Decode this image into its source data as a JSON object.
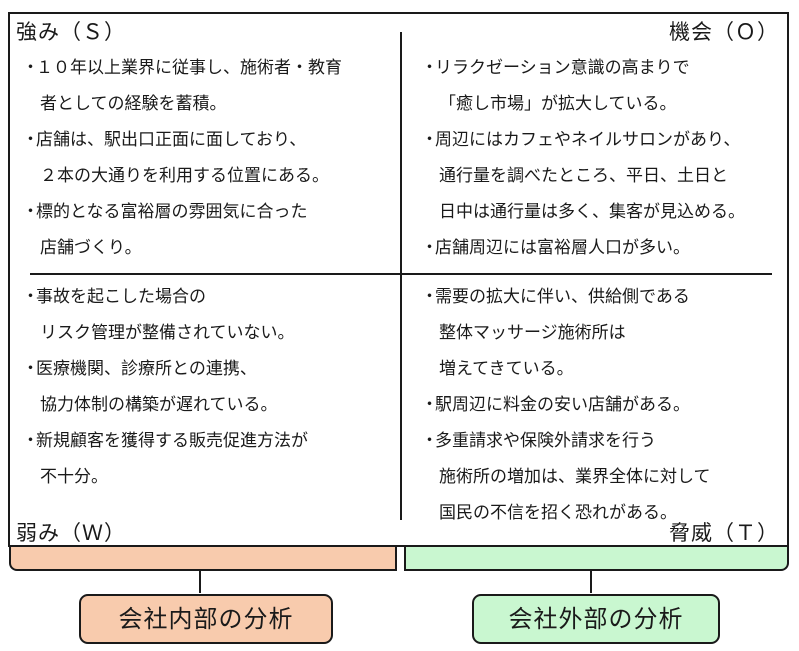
{
  "quadrants": {
    "strengths": {
      "label": "強み（Ｓ）",
      "items": [
        {
          "bullet": "・",
          "lines": [
            "１０年以上業界に従事し、施術者・教育",
            "者としての経験を蓄積。"
          ]
        },
        {
          "bullet": "・",
          "lines": [
            "店舗は、駅出口正面に面しており、",
            "２本の大通りを利用する位置にある。"
          ]
        },
        {
          "bullet": "・",
          "lines": [
            "標的となる富裕層の雰囲気に合った",
            "店舗づくり。"
          ]
        }
      ]
    },
    "opportunities": {
      "label": "機会（Ｏ）",
      "items": [
        {
          "bullet": "・",
          "lines": [
            "リラクゼーション意識の高まりで",
            "「癒し市場」が拡大している。"
          ]
        },
        {
          "bullet": "・",
          "lines": [
            "周辺にはカフェやネイルサロンがあり、",
            "通行量を調べたところ、平日、土日と",
            "日中は通行量は多く、集客が見込める。"
          ]
        },
        {
          "bullet": "・",
          "lines": [
            "店舗周辺には富裕層人口が多い。"
          ]
        }
      ]
    },
    "weaknesses": {
      "label": "弱み（Ｗ）",
      "items": [
        {
          "bullet": "・",
          "lines": [
            "事故を起こした場合の",
            "リスク管理が整備されていない。"
          ]
        },
        {
          "bullet": "・",
          "lines": [
            "医療機関、診療所との連携、",
            "協力体制の構築が遅れている。"
          ]
        },
        {
          "bullet": "・",
          "lines": [
            "新規顧客を獲得する販売促進方法が",
            "不十分。"
          ]
        }
      ]
    },
    "threats": {
      "label": "脅威（Ｔ）",
      "items": [
        {
          "bullet": "・",
          "lines": [
            "需要の拡大に伴い、供給側である",
            "整体マッサージ施術所は",
            "増えてきている。"
          ]
        },
        {
          "bullet": "・",
          "lines": [
            "駅周辺に料金の安い店舗がある。"
          ]
        },
        {
          "bullet": "・",
          "lines": [
            "多重請求や保険外請求を行う",
            "施術所の増加は、業界全体に対して",
            "国民の不信を招く恐れがある。"
          ]
        }
      ]
    }
  },
  "analysis": {
    "internal_label": "会社内部の分析",
    "external_label": "会社外部の分析",
    "internal_color": "#f8cbad",
    "external_color": "#c9f7d0"
  }
}
